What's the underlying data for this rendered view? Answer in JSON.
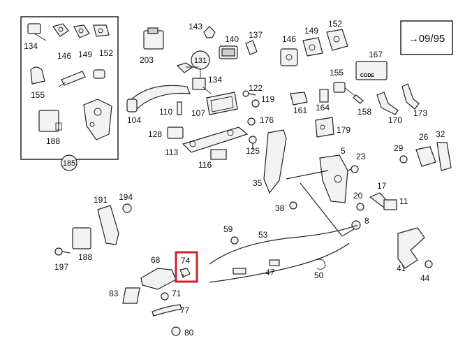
{
  "date_box": {
    "text": "→09/95"
  },
  "code_tag": {
    "text": "CODE"
  },
  "labels": {
    "p134a": "134",
    "p146a": "146",
    "p149a": "149",
    "p152a": "152",
    "p155a": "155",
    "p188a": "188",
    "p185": "185",
    "p203": "203",
    "p143": "143",
    "p140": "140",
    "p137": "137",
    "p131": "131",
    "p134b": "134",
    "p146b": "146",
    "p149b": "149",
    "p152b": "152",
    "p167": "167",
    "p155b": "155",
    "p122": "122",
    "p119": "119",
    "p104": "104",
    "p110": "110",
    "p107": "107",
    "p161": "161",
    "p164": "164",
    "p158": "158",
    "p170": "170",
    "p173": "173",
    "p176": "176",
    "p179": "179",
    "p128": "128",
    "p113": "113",
    "p125": "125",
    "p116": "116",
    "p5": "5",
    "p23": "23",
    "p29": "29",
    "p26": "26",
    "p32": "32",
    "p35": "35",
    "p38": "38",
    "p20": "20",
    "p17": "17",
    "p11": "11",
    "p8": "8",
    "p191": "191",
    "p194": "194",
    "p197": "197",
    "p188b": "188",
    "p59": "59",
    "p53": "53",
    "p41": "41",
    "p44": "44",
    "p68": "68",
    "p74": "74",
    "p47": "47",
    "p50": "50",
    "p83": "83",
    "p71": "71",
    "p77": "77",
    "p80": "80"
  }
}
